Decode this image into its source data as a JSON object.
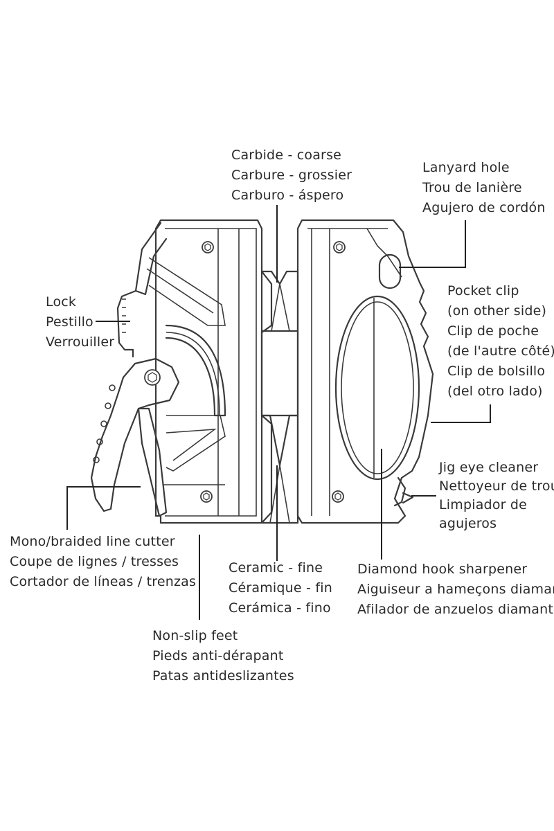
{
  "labels": {
    "carbide": [
      "Carbide - coarse",
      "Carbure - grossier",
      "Carburo - áspero"
    ],
    "lanyard": [
      "Lanyard hole",
      "Trou de lanière",
      "Agujero de cordón"
    ],
    "lock": [
      "Lock",
      "Pestillo",
      "Verrouiller"
    ],
    "pocket_clip": [
      "Pocket clip",
      "(on other side)",
      "Clip de poche",
      "(de l'autre côté)",
      "Clip de bolsillo",
      "(del otro lado)"
    ],
    "jig_eye": [
      "Jig eye cleaner",
      "Nettoyeur de trous",
      "Limpiador de",
      "agujeros"
    ],
    "line_cutter": [
      "Mono/braided line cutter",
      "Coupe de lignes / tresses",
      "Cortador de líneas / trenzas"
    ],
    "ceramic": [
      "Ceramic - fine",
      "Céramique - fin",
      "Cerámica - fino"
    ],
    "diamond": [
      "Diamond hook sharpener",
      "Aiguiseur a hameçons diamant",
      "Afilador de anzuelos diamante"
    ],
    "feet": [
      "Non-slip feet",
      "Pieds anti-dérapant",
      "Patas antideslizantes"
    ]
  },
  "colors": {
    "line": "#3a3a3a",
    "text": "#2a2a2a",
    "background": "#ffffff"
  }
}
